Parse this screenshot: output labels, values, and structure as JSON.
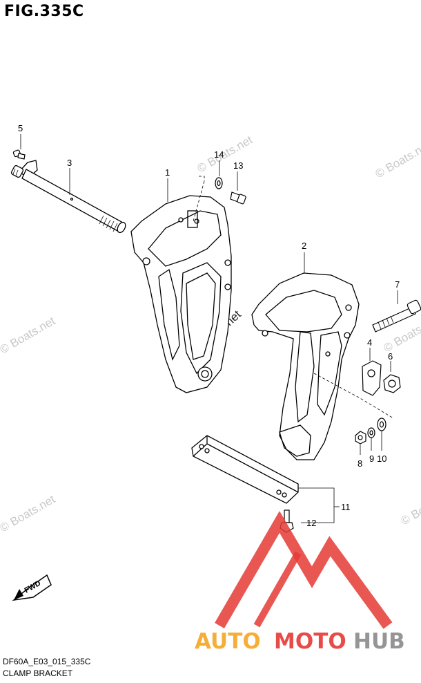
{
  "figure": {
    "title": "FIG.335C",
    "code": "DF60A_E03_015_335C",
    "caption": "CLAMP BRACKET"
  },
  "callouts": [
    "1",
    "2",
    "3",
    "4",
    "5",
    "6",
    "7",
    "8",
    "9",
    "10",
    "11",
    "12",
    "13",
    "14"
  ],
  "fwd_label": "FWD",
  "watermark": {
    "text": "© Boats.net",
    "color": "#c8c8c8"
  },
  "logo": {
    "text_a": "AUTO",
    "text_b": "MOTO",
    "text_c": "HUB",
    "orange": "#f5a623",
    "red": "#e53935",
    "gray": "#8a8a8a"
  }
}
